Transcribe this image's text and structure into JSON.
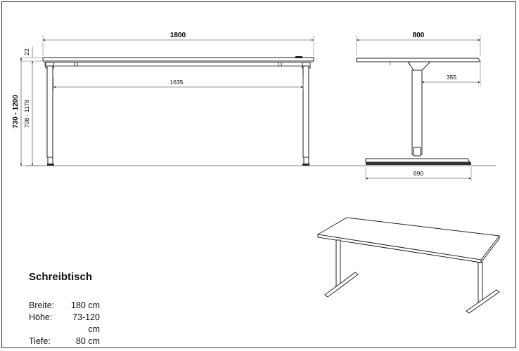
{
  "dimensions": {
    "overall_width": "1800",
    "inner_width": "1635",
    "depth": "800",
    "offset": "355",
    "base_depth": "690",
    "height_range": "730 - 1200",
    "leg_height_range": "708 - 1178",
    "top_thickness": "22"
  },
  "product": {
    "title": "Schreibtisch",
    "specs": [
      {
        "label": "Breite:",
        "value": "180 cm"
      },
      {
        "label": "Höhe:",
        "value": "73-120 cm"
      },
      {
        "label": "Tiefe:",
        "value": "80 cm"
      }
    ]
  }
}
